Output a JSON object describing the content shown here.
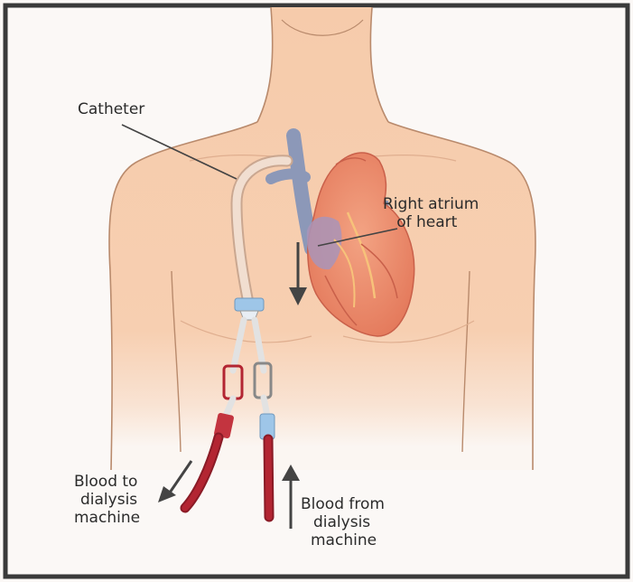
{
  "labels": {
    "catheter": "Catheter",
    "right_atrium": [
      "Right atrium",
      "of heart"
    ],
    "blood_to": [
      "Blood to",
      "dialysis",
      "machine"
    ],
    "blood_from": [
      "Blood from",
      "dialysis",
      "machine"
    ]
  },
  "colors": {
    "skin": "#f6cbab",
    "skin_outline": "#b98a6c",
    "border": "#3a3a3a",
    "heart": "#e98a6b",
    "vessel_blue": "#8c98b8",
    "catheter_tube": "#f1ded0",
    "catheter_red": "#b32532",
    "connector_blue": "#9ec6e8",
    "arrow": "#444444",
    "text": "#2b2b2b"
  }
}
